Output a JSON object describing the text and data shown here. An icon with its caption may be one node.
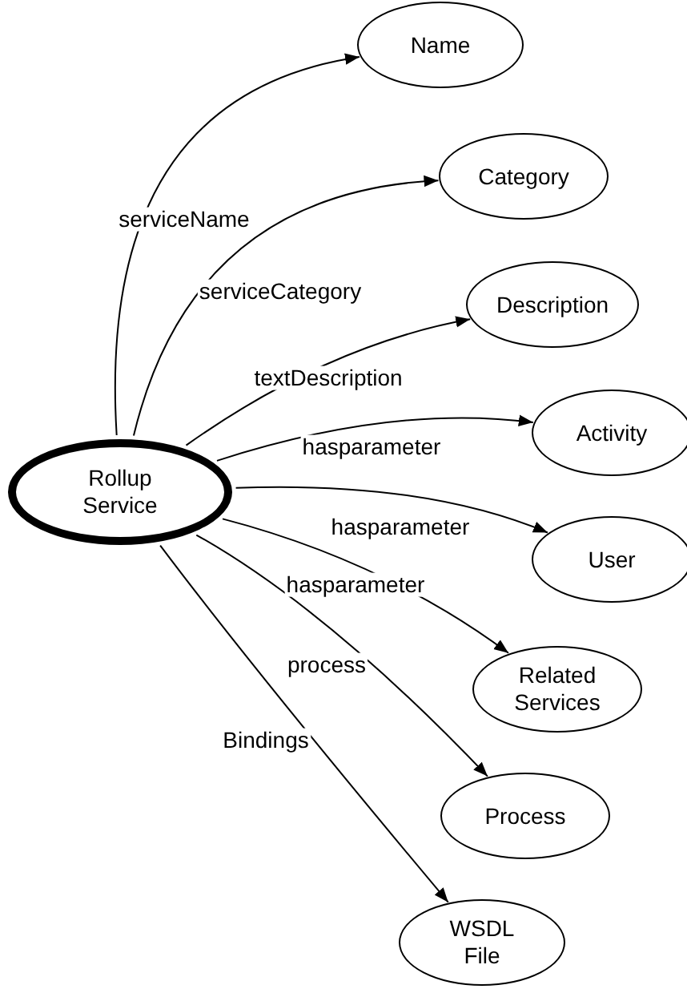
{
  "diagram": {
    "nodes": [
      {
        "text": [
          "Rollup Service"
        ]
      },
      {
        "text": [
          "Name"
        ]
      },
      {
        "text": [
          "Category"
        ]
      },
      {
        "text": [
          "Description"
        ]
      },
      {
        "text": [
          "Activity"
        ]
      },
      {
        "text": [
          "User"
        ]
      },
      {
        "text": [
          "Related Services"
        ]
      },
      {
        "text": [
          "Process"
        ]
      },
      {
        "text": [
          "WSDL File"
        ]
      }
    ],
    "edges": [
      {
        "from": 0,
        "to": 1,
        "arrow": "to",
        "label": "serviceName"
      },
      {
        "from": 0,
        "to": 2,
        "arrow": "to",
        "label": "serviceCategory"
      },
      {
        "from": 0,
        "to": 3,
        "arrow": "to",
        "label": "textDescription"
      },
      {
        "from": 0,
        "to": 4,
        "arrow": "to",
        "label": "hasparameter"
      },
      {
        "from": 0,
        "to": 5,
        "arrow": "to",
        "label": "hasparameter"
      },
      {
        "from": 0,
        "to": 6,
        "arrow": "to",
        "label": "hasparameter"
      },
      {
        "from": 0,
        "to": 7,
        "arrow": "to",
        "label": "process"
      },
      {
        "from": 0,
        "to": 8,
        "arrow": "to",
        "label": "Bindings"
      }
    ]
  }
}
